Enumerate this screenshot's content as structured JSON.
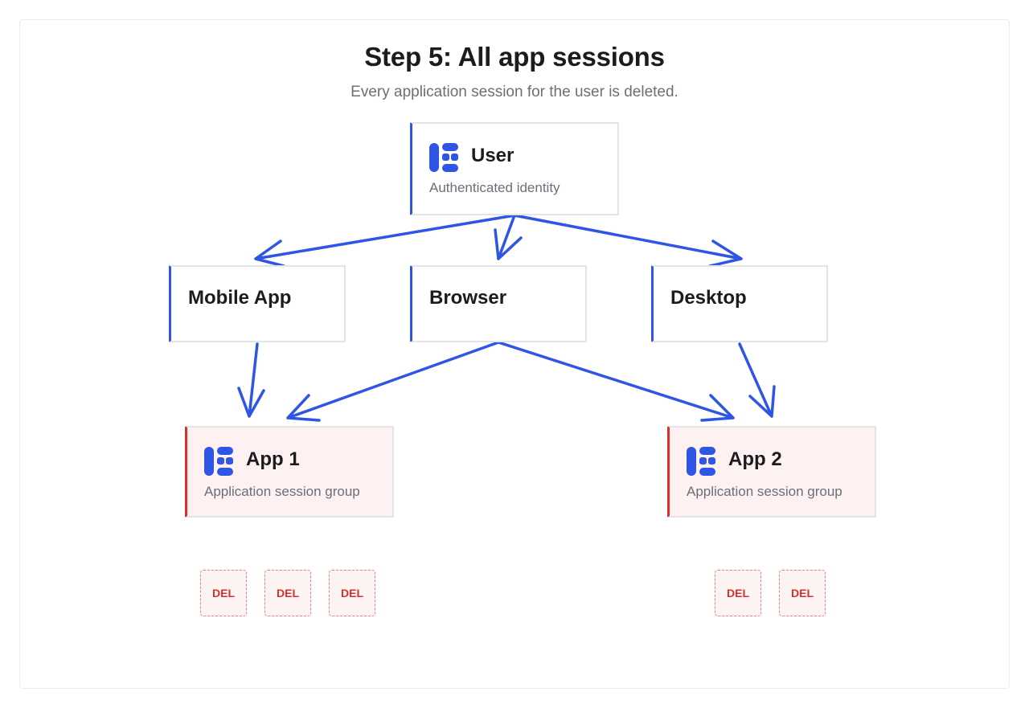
{
  "header": {
    "title": "Step 5: All app sessions",
    "subtitle": "Every application session for the user is deleted."
  },
  "nodes": {
    "user": {
      "title": "User",
      "subtitle": "Authenticated identity",
      "icon": "stack-icon"
    },
    "mobile": {
      "title": "Mobile App"
    },
    "browser": {
      "title": "Browser"
    },
    "desktop": {
      "title": "Desktop"
    },
    "app1": {
      "title": "App 1",
      "subtitle": "Application session group",
      "icon": "stack-icon"
    },
    "app2": {
      "title": "App 2",
      "subtitle": "Application session group",
      "icon": "stack-icon"
    }
  },
  "sessions": {
    "app1": [
      "DEL",
      "DEL",
      "DEL"
    ],
    "app2": [
      "DEL",
      "DEL"
    ]
  },
  "edges": [
    {
      "from": "User",
      "to": "Mobile App"
    },
    {
      "from": "User",
      "to": "Browser"
    },
    {
      "from": "User",
      "to": "Desktop"
    },
    {
      "from": "Mobile App",
      "to": "App 1"
    },
    {
      "from": "Browser",
      "to": "App 1"
    },
    {
      "from": "Browser",
      "to": "App 2"
    },
    {
      "from": "Desktop",
      "to": "App 2"
    }
  ],
  "colors": {
    "accent": "#2f55e4",
    "danger": "#d9302c",
    "danger_bg": "#fdf1f1",
    "del_border": "#ef7f7b"
  }
}
